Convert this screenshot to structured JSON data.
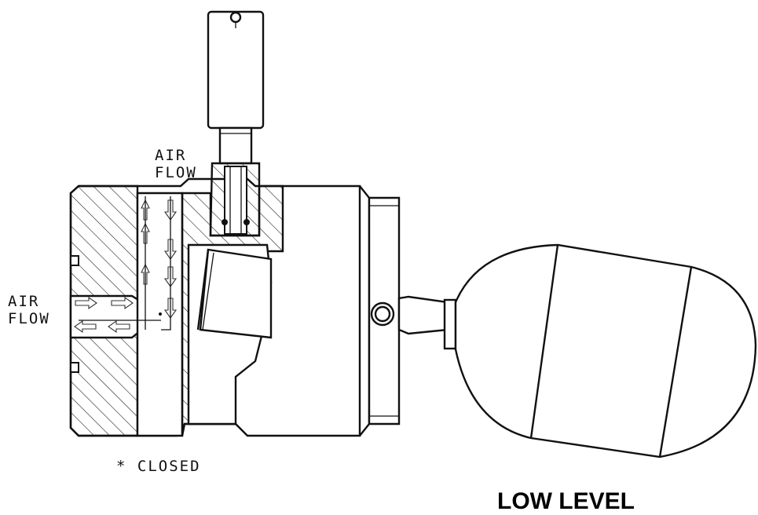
{
  "labels": {
    "air_flow_top_line1": "AIR",
    "air_flow_top_line2": "FLOW",
    "air_flow_left_line1": "AIR",
    "air_flow_left_line2": "FLOW",
    "closed_note": "* CLOSED",
    "state_title": "LOW LEVEL"
  }
}
